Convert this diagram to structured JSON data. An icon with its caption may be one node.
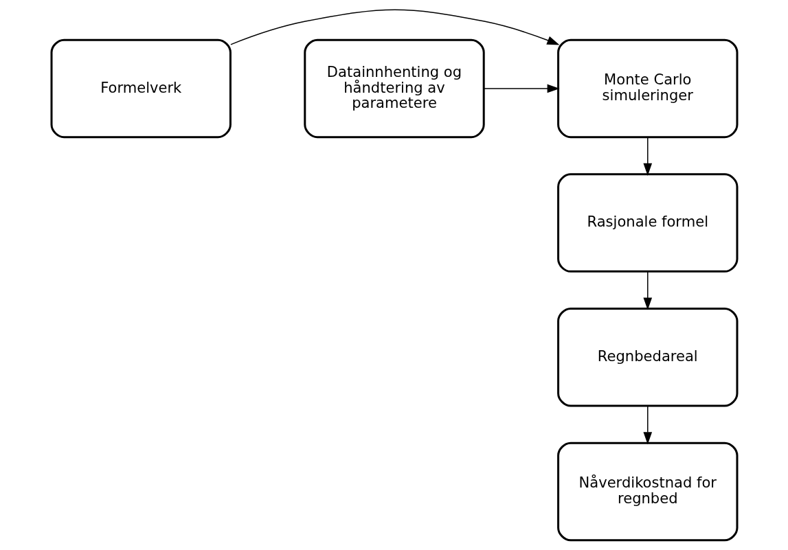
{
  "diagram": {
    "nodes": [
      {
        "text": [
          "Formelverk"
        ]
      },
      {
        "text": [
          "Monte Carlo simuleringer"
        ]
      },
      {
        "text": [
          "Datainnhenting og håndtering av parametere"
        ]
      },
      {
        "text": [
          "Rasjonale formel"
        ]
      },
      {
        "text": [
          "Regnbedareal"
        ]
      },
      {
        "text": [
          "Nåverdikostnad for regnbed"
        ]
      }
    ],
    "edges": [
      {
        "from": 0,
        "to": 1,
        "arrow": "to"
      },
      {
        "from": 2,
        "to": 1,
        "arrow": "to"
      },
      {
        "from": 1,
        "to": 3,
        "arrow": "to"
      },
      {
        "from": 3,
        "to": 4,
        "arrow": "to"
      },
      {
        "from": 4,
        "to": 5,
        "arrow": "to"
      }
    ]
  }
}
